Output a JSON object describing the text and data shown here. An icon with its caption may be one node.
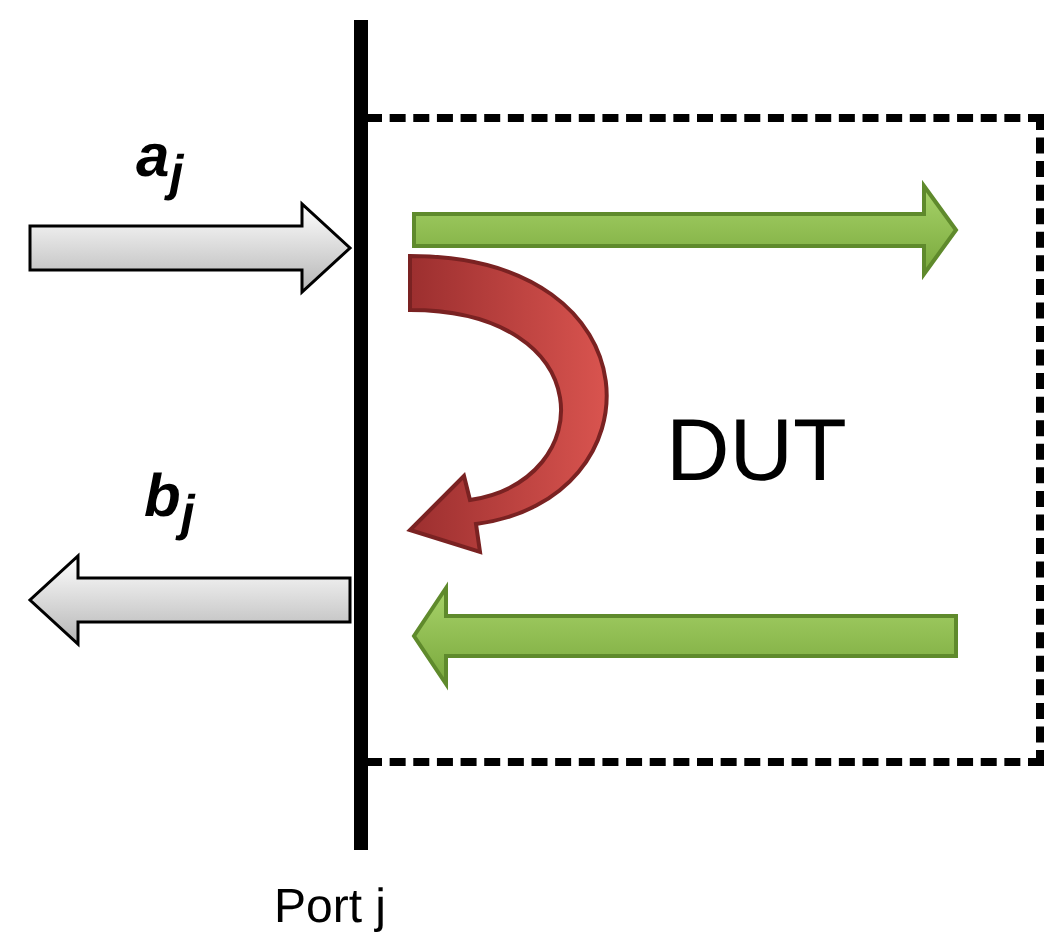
{
  "diagram": {
    "nodes": [
      {
        "text": [
          "DUT"
        ]
      },
      {
        "text": [],
        "shape": "bar",
        "beside": [
          "Port j"
        ]
      }
    ],
    "edges": [
      {
        "from": null,
        "to": 1,
        "arrow": "to",
        "label": "a$_{j}$"
      },
      {
        "from": 1,
        "to": null,
        "arrow": "to",
        "label": "b$_{j}$"
      }
    ]
  }
}
